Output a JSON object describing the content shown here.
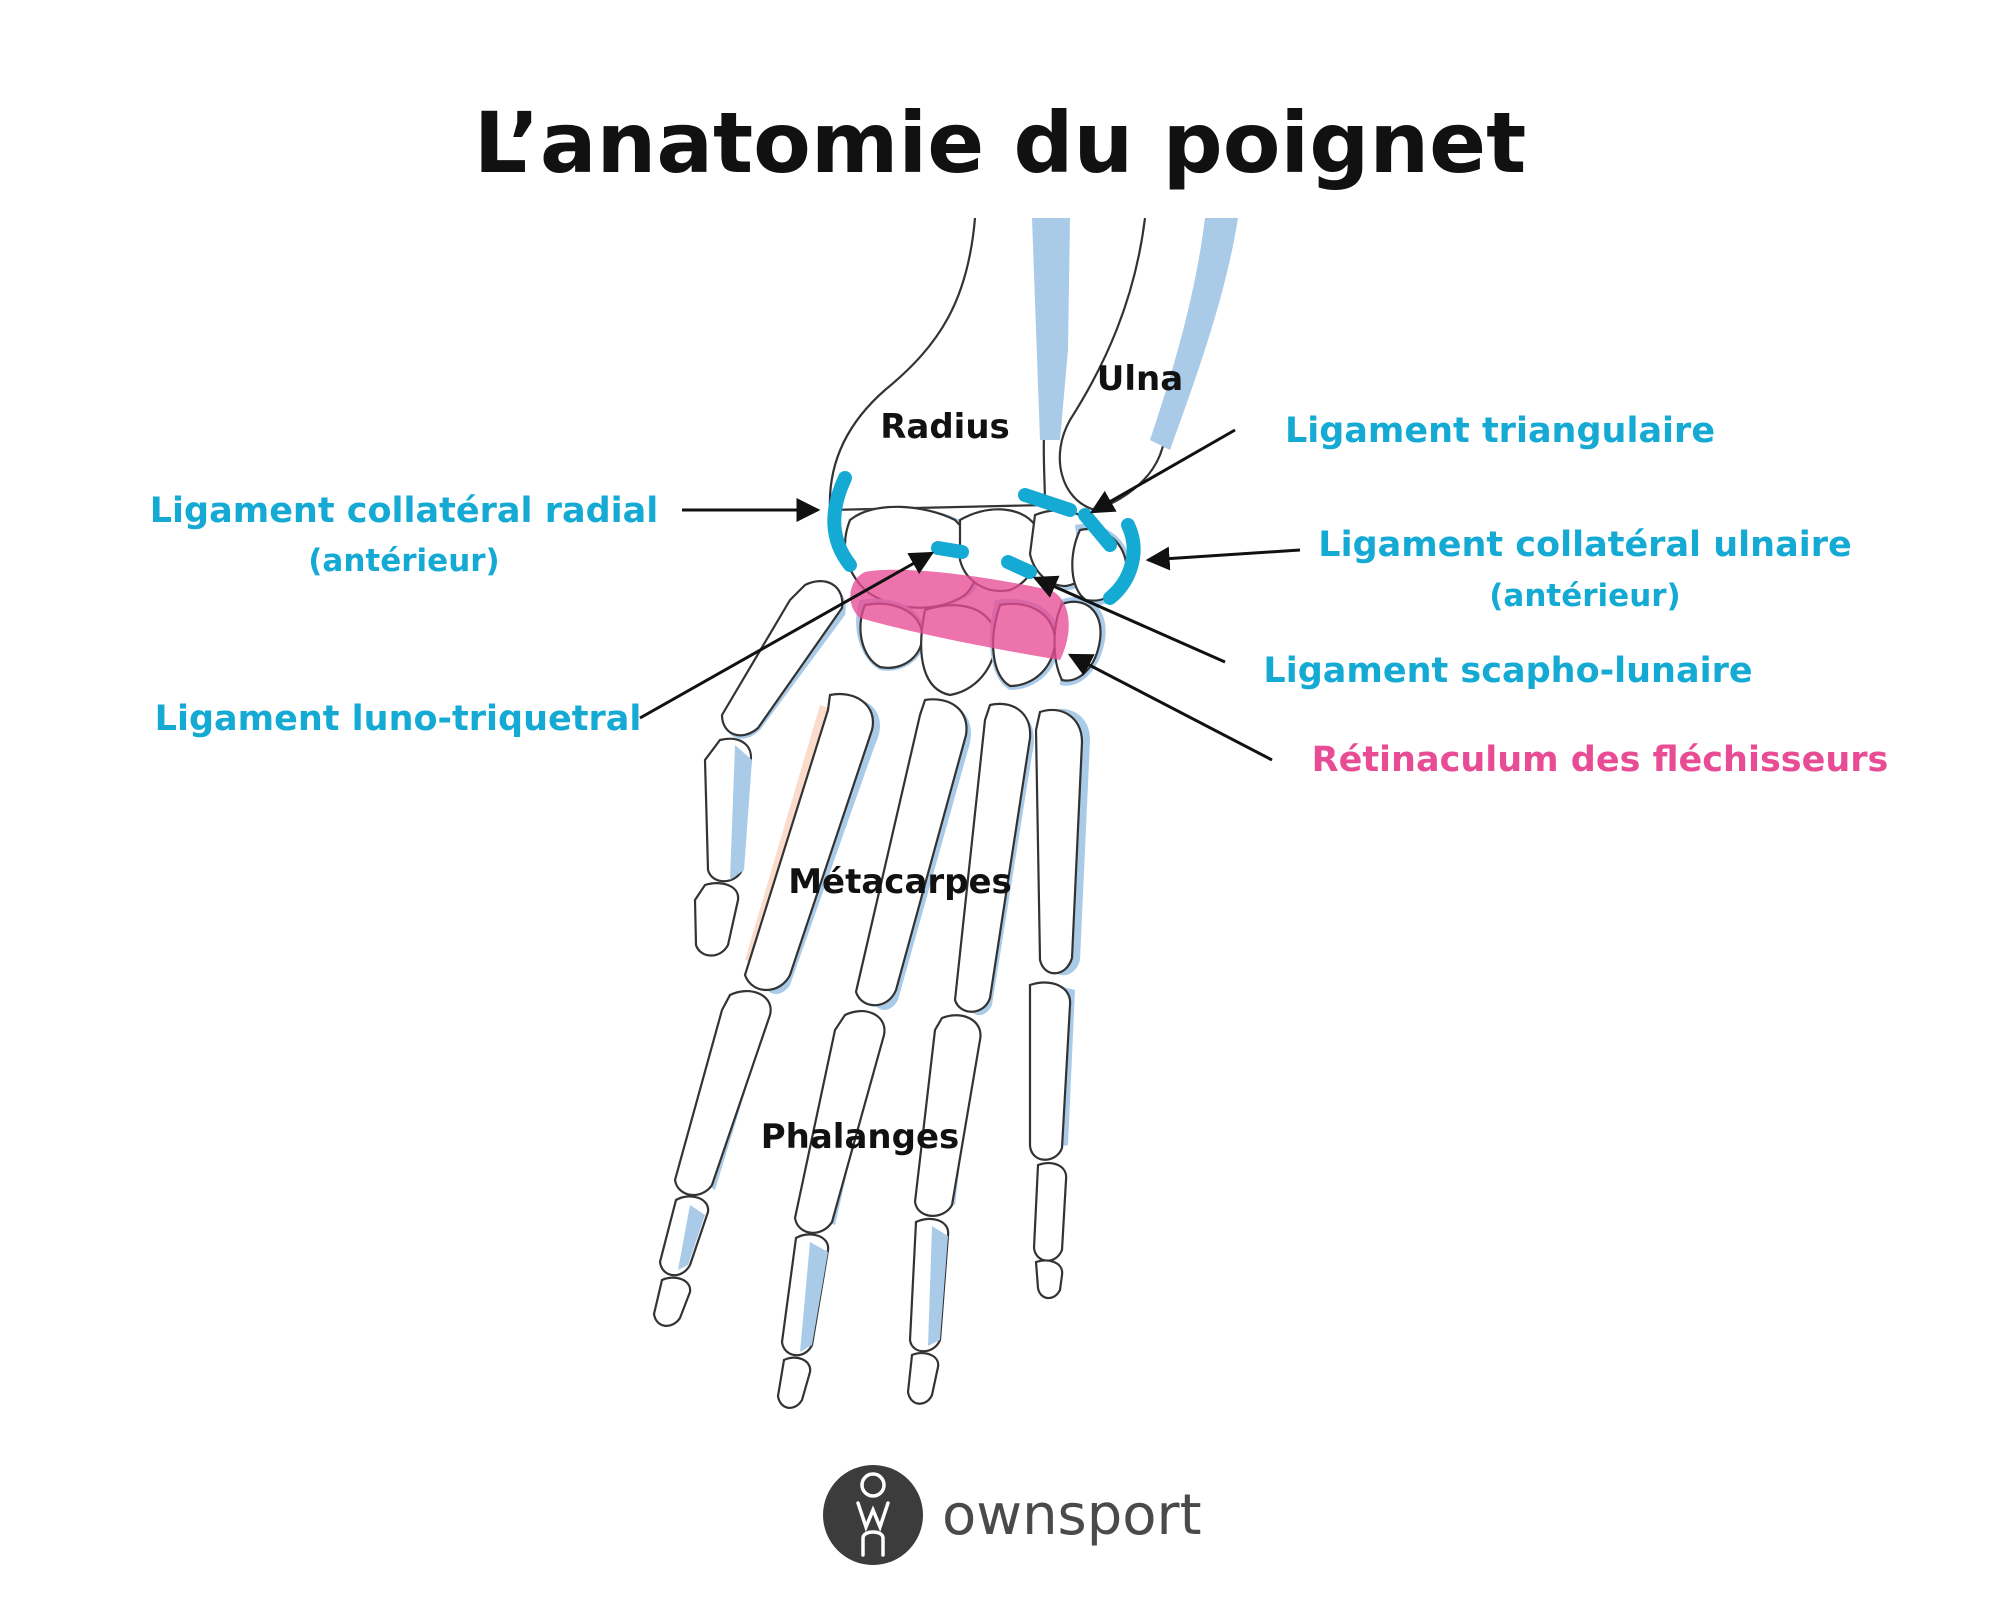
{
  "title": "L’anatomie du poignet",
  "bones": {
    "radius": "Radius",
    "ulna": "Ulna",
    "metacarpals": "Métacarpes",
    "phalanges": "Phalanges"
  },
  "ligaments": {
    "radial_collateral": {
      "label": "Ligament collatéral radial",
      "sub": "(antérieur)"
    },
    "luno_triquetral": {
      "label": "Ligament luno-triquetral"
    },
    "triangular": {
      "label": "Ligament triangulaire"
    },
    "ulnar_collateral": {
      "label": "Ligament collatéral ulnaire",
      "sub": "(antérieur)"
    },
    "scapho_lunate": {
      "label": "Ligament scapho-lunaire"
    },
    "flexor_retinaculum": {
      "label": "Rétinaculum des fléchisseurs"
    }
  },
  "brand": {
    "name": "ownsport",
    "logo_letters": "own"
  },
  "colors": {
    "ligament": "#14aad4",
    "retinaculum": "#e84c95",
    "bone_blue": "#a9cbe8",
    "bone_peach": "#fbdccb",
    "text": "#111111"
  }
}
